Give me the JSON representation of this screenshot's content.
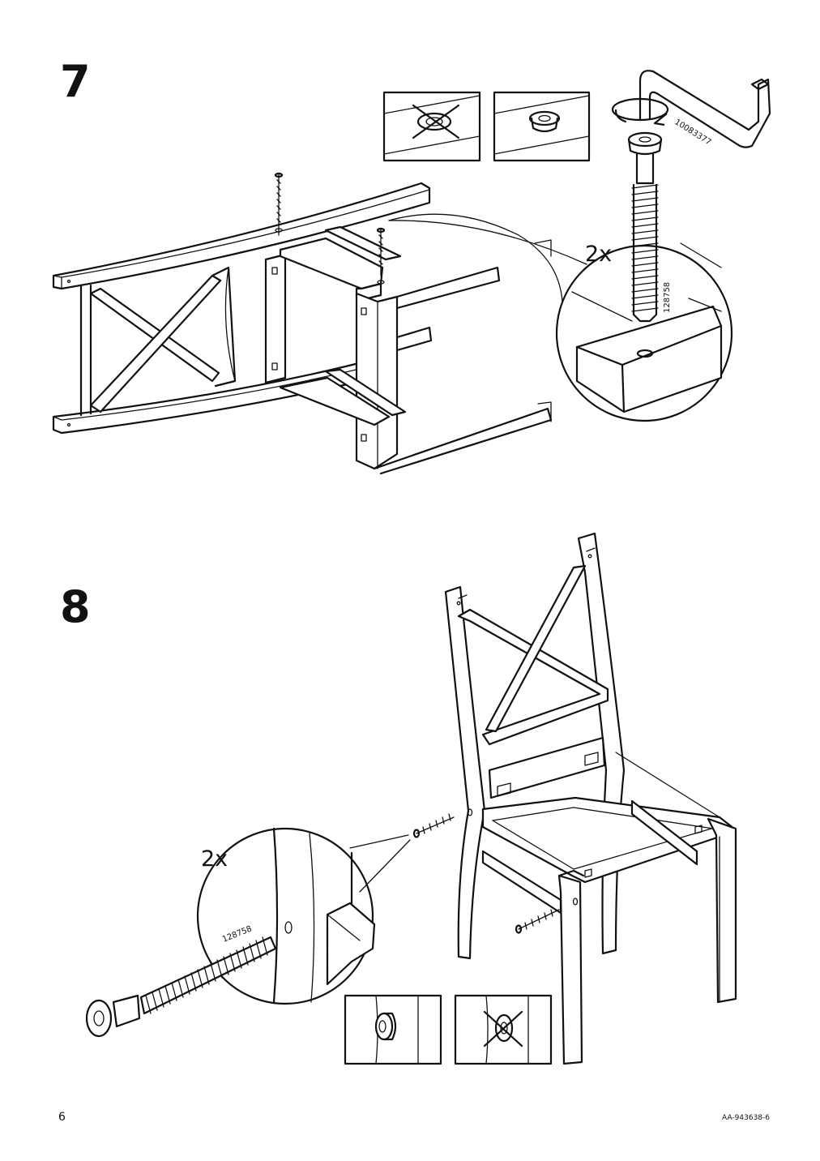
{
  "steps": [
    {
      "number": "7",
      "quantity": "2x",
      "screw_part": "128758",
      "tool_part": "10083377"
    },
    {
      "number": "8",
      "quantity": "2x",
      "screw_part": "128758"
    }
  ],
  "footer": {
    "page_number": "6",
    "doc_id": "AA-943638-6"
  }
}
